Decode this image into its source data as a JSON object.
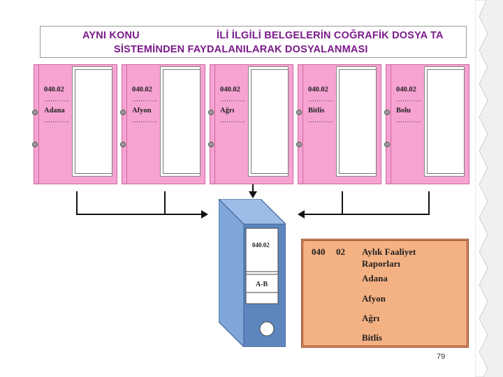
{
  "header": {
    "line1_part1": "AYNI KONU",
    "line1_part2": "İLİ İLGİLİ BELGELERİN COĞRAFİK DOSYA TA",
    "line2": "SİSTEMİNDEN FAYDALANILARAK DOSYALANMASI"
  },
  "folders": [
    {
      "code": "040.02",
      "dots": "…………",
      "name": "Adana",
      "dots2": "…………"
    },
    {
      "code": "040.02",
      "dots": "…………",
      "name": "Afyon",
      "dots2": "…………"
    },
    {
      "code": "040.02",
      "dots": "…………",
      "name": "Ağrı",
      "dots2": "…………"
    },
    {
      "code": "040.02",
      "dots": "…………",
      "name": "Bitlis",
      "dots2": "…………"
    },
    {
      "code": "040.02",
      "dots": "…………",
      "name": "Bolu",
      "dots2": "…………"
    }
  ],
  "binder": {
    "label_code": "040.02",
    "label_range": "A-B"
  },
  "drawer": {
    "code_a": "040",
    "code_b": "02",
    "title_line1": "Aylık Faaliyet",
    "title_line2": "Raporları",
    "items": [
      "Adana",
      "Afyon",
      "Ağrı",
      "Bitlis"
    ]
  },
  "page_number": "79",
  "colors": {
    "folder_pink": "#f7a3d2",
    "binder_blue": "#7ea6d8",
    "drawer_orange": "#f4b183",
    "header_purple": "#7a1a8a"
  }
}
